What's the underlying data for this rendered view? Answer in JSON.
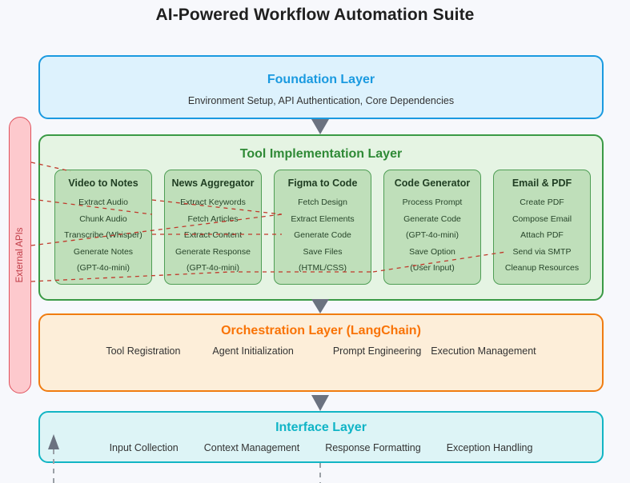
{
  "title": "AI-Powered Workflow Automation Suite",
  "external": {
    "label": "External APIs",
    "color": "#e0515c"
  },
  "layers": {
    "foundation": {
      "title": "Foundation Layer",
      "subtitle": "Environment Setup, API Authentication, Core Dependencies",
      "color": "#1a9ae0",
      "fill": "#ddf2fd"
    },
    "tool": {
      "title": "Tool Implementation Layer",
      "color": "#2f8a36",
      "fill": "#e5f4e3",
      "cards": [
        {
          "title": "Video to Notes",
          "steps": [
            "Extract Audio",
            "Chunk Audio",
            "Transcribe (Whisper)",
            "Generate Notes",
            "(GPT-4o-mini)"
          ]
        },
        {
          "title": "News Aggregator",
          "steps": [
            "Extract Keywords",
            "Fetch Articles",
            "Extract Content",
            "Generate Response",
            "(GPT-4o-mini)"
          ]
        },
        {
          "title": "Figma to Code",
          "steps": [
            "Fetch Design",
            "Extract Elements",
            "Generate Code",
            "Save Files",
            "(HTML/CSS)"
          ]
        },
        {
          "title": "Code Generator",
          "steps": [
            "Process Prompt",
            "Generate Code",
            "(GPT-4o-mini)",
            "Save Option",
            "(User Input)"
          ]
        },
        {
          "title": "Email & PDF",
          "steps": [
            "Create PDF",
            "Compose Email",
            "Attach PDF",
            "Send via SMTP",
            "Cleanup Resources"
          ]
        }
      ]
    },
    "orchestration": {
      "title": "Orchestration Layer (LangChain)",
      "color": "#f97306",
      "fill": "#fdeed9",
      "items": [
        "Tool Registration",
        "Agent Initialization",
        "Prompt Engineering",
        "Execution Management"
      ]
    },
    "interface": {
      "title": "Interface Layer",
      "color": "#0fb4c6",
      "fill": "#ddf4f6",
      "items": [
        "Input Collection",
        "Context Management",
        "Response Formatting",
        "Exception Handling"
      ]
    }
  },
  "connectors": {
    "arrow_color": "#6b7280",
    "dashed_api_color": "#c0392b",
    "feedback_color": "#9aa0a6"
  }
}
